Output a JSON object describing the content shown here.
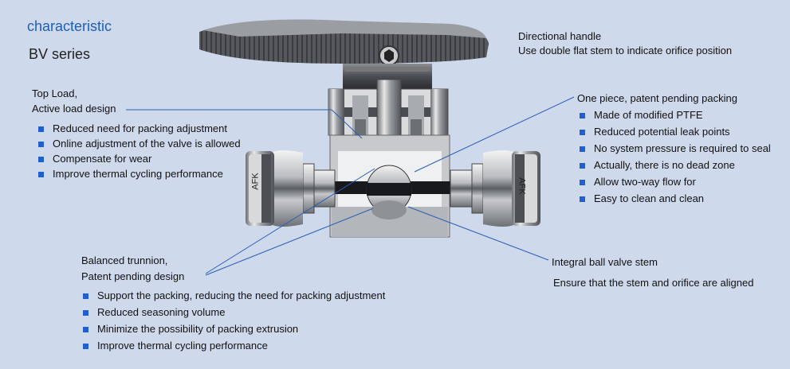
{
  "header": {
    "title": "characteristic",
    "subtitle": "BV series"
  },
  "handle_callout": {
    "heading": "Directional handle",
    "detail": "Use double flat stem to indicate orifice position"
  },
  "top_load": {
    "heading_line1": "Top Load,",
    "heading_line2": "Active load design",
    "items": [
      "Reduced need for packing adjustment",
      "Online adjustment of the valve is allowed",
      "Compensate for wear",
      "Improve thermal cycling performance"
    ]
  },
  "packing": {
    "heading": "One piece, patent pending packing",
    "items": [
      "Made of modified PTFE",
      "Reduced potential leak points",
      "No system pressure is required to seal",
      "Actually, there is no dead zone",
      "Allow two-way flow for",
      "Easy to clean and clean"
    ]
  },
  "trunnion": {
    "heading_line1": "Balanced trunnion,",
    "heading_line2": "Patent pending design",
    "items": [
      "Support the packing, reducing the need for packing adjustment",
      "Reduced seasoning volume",
      "Minimize the possibility of packing extrusion",
      "Improve thermal cycling performance"
    ]
  },
  "ball_stem": {
    "heading": "Integral ball valve stem",
    "detail": "Ensure that the stem and orifice are aligned"
  },
  "fitting_labels": {
    "left": "AFK",
    "right": "AFK"
  },
  "colors": {
    "background": "#cfd9ec",
    "title": "#1f5fb5",
    "bullet": "#1f5fd0",
    "leader": "#2a5fb8"
  }
}
